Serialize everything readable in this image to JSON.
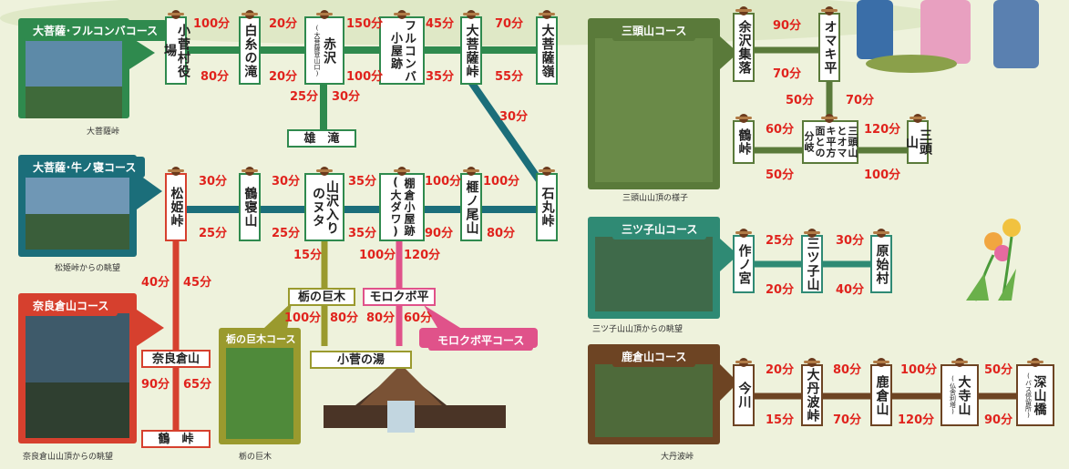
{
  "courses": {
    "daibosatsu": "大菩薩･フルコンバコース",
    "ushinone": "大菩薩･牛ノ寝コース",
    "narakura": "奈良倉山コース",
    "tochi": "栃の巨木コース",
    "morokubo": "モロクボ平コース",
    "santozan": "三頭山コース",
    "mitsugo": "三ツ子山コース",
    "kakura": "鹿倉山コース"
  },
  "captions": {
    "daibosatsu": "大菩薩峠",
    "ushinone": "松姫峠からの眺望",
    "narakura": "奈良倉山山頂からの眺望",
    "tochi": "栃の巨木",
    "santozan": "三頭山山頂の様子",
    "mitsugo": "三ツ子山山頂からの眺望",
    "kakura": "大丹波峠"
  },
  "places": {
    "kosuge_yakuba": "小菅村役場",
    "shiraito": "白糸の滝",
    "akasawa": "赤沢",
    "akasawa_sub": "(大菩薩登山口)",
    "furukonba": "フルコンバ小屋跡",
    "daibosatsu_toge": "大菩薩峠",
    "daibosatsu_rei": "大菩薩嶺",
    "odaki": "雄　滝",
    "matsuhime": "松姫峠",
    "tsurune": "鶴寝山",
    "yamasawa": "山沢入りのヌタ",
    "tanakura": "棚倉小屋跡(大ダワ)",
    "enoki": "榧ノ尾山",
    "ishimaru": "石丸峠",
    "tochi_kyoboku": "栃の巨木",
    "morokubo": "モロクボ平",
    "kosuge_yu": "小菅の湯",
    "narakura": "奈良倉山",
    "tsuru_toge": "鶴　峠",
    "yozawa": "余沢集落",
    "omakidaira": "オマキ平",
    "tsuru_toge2": "鶴峠",
    "bunki": "三頭山とオマキ平方面との分岐",
    "santozan": "三頭山",
    "sakunomiya": "作ノ宮",
    "mitsugoyama": "三ツ子山",
    "harajimura": "原始村",
    "ima": "今川",
    "otaba": "大丹波峠",
    "kakura": "鹿倉山",
    "daiji": "大寺山",
    "daiji_sub": "(仏舎利塔)",
    "fukayama": "深山橋",
    "fukayama_sub": "(バス停留所)"
  },
  "times": {
    "f1": "100分",
    "r1": "80分",
    "f2": "20分",
    "r2": "20分",
    "f3": "150分",
    "r3": "100分",
    "f4": "45分",
    "r4": "35分",
    "f5": "70分",
    "r5": "55分",
    "od_a": "25分",
    "od_b": "30分",
    "to_ish": "30分",
    "u1f": "30分",
    "u1r": "25分",
    "u2f": "30分",
    "u2r": "25分",
    "u3f": "35分",
    "u3r": "35分",
    "u4f": "100分",
    "u4r": "90分",
    "u5f": "100分",
    "u5r": "80分",
    "tc_a": "15分",
    "mk_a": "100分",
    "mk_b": "120分",
    "tc_b": "100分",
    "tc_c": "80分",
    "mk_c": "80分",
    "mk_d": "60分",
    "nk_a": "40分",
    "nk_b": "45分",
    "nk_c": "90分",
    "nk_d": "65分",
    "s1f": "90分",
    "s1r": "70分",
    "s2a": "50分",
    "s2b": "70分",
    "s3f": "60分",
    "s3r": "50分",
    "s4f": "120分",
    "s4r": "100分",
    "m1f": "25分",
    "m1r": "20分",
    "m2f": "30分",
    "m2r": "40分",
    "k1f": "20分",
    "k1r": "15分",
    "k2f": "80分",
    "k2r": "70分",
    "k3f": "100分",
    "k3r": "120分",
    "k4f": "50分",
    "k4r": "90分"
  },
  "colors": {
    "green": "#2f8a4e",
    "teal": "#1b6e7a",
    "red": "#d6402e",
    "olive": "#9a9a2e",
    "pink": "#e0528a",
    "brown": "#6d4423",
    "darkgreen": "#5a7a3a",
    "jade": "#2f8a74",
    "timeRed": "#e0231d"
  }
}
